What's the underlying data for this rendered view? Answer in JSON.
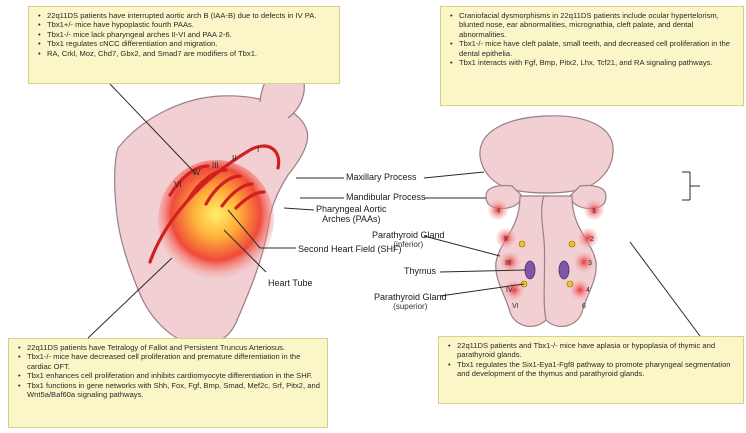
{
  "boxes": {
    "top_left": [
      "22q11DS patients have interrupted aortic arch B (IAA-B) due to defects in IV PA.",
      "Tbx1+/- mice have hypoplastic fourth PAAs.",
      "Tbx1-/- mice lack pharyngeal arches II-VI and PAA 2-6.",
      "Tbx1 regulates cNCC differentiation and migration.",
      "RA, Crkl, Moz, Chd7, Gbx2, and Smad7 are modifiers of Tbx1."
    ],
    "top_right": [
      "Craniofacial dysmorphisms in 22q11DS patients include ocular hypertelorism, blunted nose, ear abnormalities, micrognathia, cleft palate, and dental abnormalities.",
      "Tbx1-/- mice have cleft palate, small teeth, and decreased cell proliferation in the dental epithelia.",
      "Tbx1 interacts with Fgf, Bmp, Pitx2, Lhx, Tcf21, and RA signaling pathways."
    ],
    "bottom_left": [
      "22q11DS patients have Tetralogy of Fallot and Persistent Truncus Arteriosus.",
      "Tbx1-/- mice have decreased cell proliferation and premature differentiation in the cardiac OFT.",
      "Tbx1 enhances cell proliferation and inhibits cardiomyocyte differentiation in the SHF.",
      "Tbx1 functions in gene networks with Shh, Fox, Fgf, Bmp, Smad, Mef2c, Srf, Pitx2, and Wnt5a/Baf60a signaling pathways."
    ],
    "bottom_right": [
      "22q11DS patients and Tbx1-/- mice have aplasia or hypoplasia of thymic and parathyroid glands.",
      "Tbx1 regulates the Six1-Eya1-Fgf8 pathway to promote pharyngeal segmentation and development of the thymus and parathyroid glands."
    ]
  },
  "labels": {
    "maxillary": "Maxillary Process",
    "mandibular": "Mandibular Process",
    "paa_line1": "Pharyngeal Aortic",
    "paa_line2": "Arches (PAAs)",
    "parathyroid_inf_line1": "Parathyroid Gland",
    "parathyroid_inf_line2": "(inferior)",
    "shf": "Second Heart Field (SHF)",
    "thymus": "Thymus",
    "heart_tube": "Heart Tube",
    "parathyroid_sup_line1": "Parathyroid Gland",
    "parathyroid_sup_line2": "(superior)"
  },
  "arch_numerals": {
    "embryo": [
      "I",
      "II",
      "III",
      "IV",
      "VI"
    ],
    "pharynx": [
      "I",
      "II",
      "III",
      "IV",
      "VI"
    ],
    "pharynx_arch_numbers": [
      "1",
      "2",
      "3",
      "4",
      "6"
    ]
  }
}
